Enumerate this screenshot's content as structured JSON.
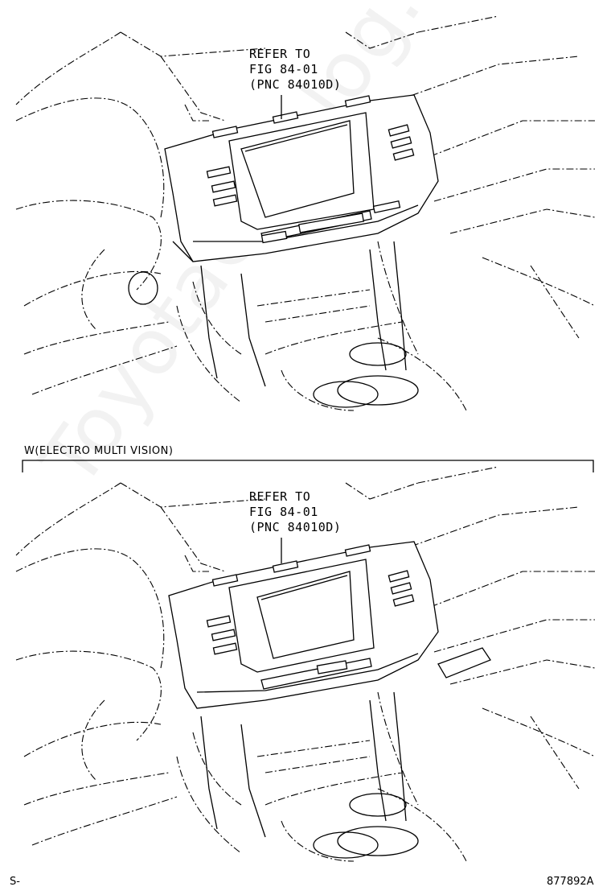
{
  "upper_view": {
    "callout": {
      "line1": "REFER TO",
      "line2": "FIG 84-01",
      "line3": "(PNC 84010D)"
    }
  },
  "lower_view": {
    "variant_label": "W(ELECTRO MULTI VISION)",
    "callout": {
      "line1": "REFER TO",
      "line2": "FIG 84-01",
      "line3": "(PNC 84010D)"
    }
  },
  "footer": {
    "left_mark": "S-",
    "illustration_number": "877892A"
  },
  "watermark": "ToyotaCatalog.ru"
}
